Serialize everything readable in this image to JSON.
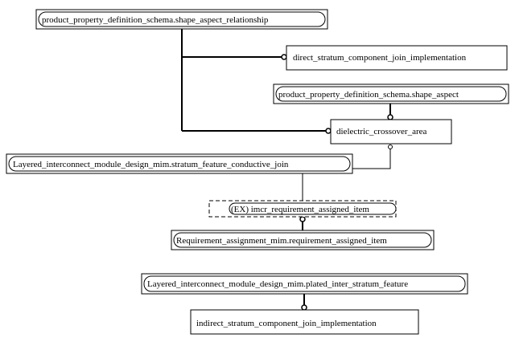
{
  "nodes": {
    "shape_aspect_relationship": "product_property_definition_schema.shape_aspect_relationship",
    "direct_join_impl": "direct_stratum_component_join_implementation",
    "shape_aspect": "product_property_definition_schema.shape_aspect",
    "dielectric_crossover_area": "dielectric_crossover_area",
    "stratum_feature_conductive_join": "Layered_interconnect_module_design_mim.stratum_feature_conductive_join",
    "imcr_requirement_assigned_item": "(EX) imcr_requirement_assigned_item",
    "requirement_assigned_item": "Requirement_assignment_mim.requirement_assigned_item",
    "plated_inter_stratum_feature": "Layered_interconnect_module_design_mim.plated_inter_stratum_feature",
    "indirect_join_impl": "indirect_stratum_component_join_implementation"
  }
}
